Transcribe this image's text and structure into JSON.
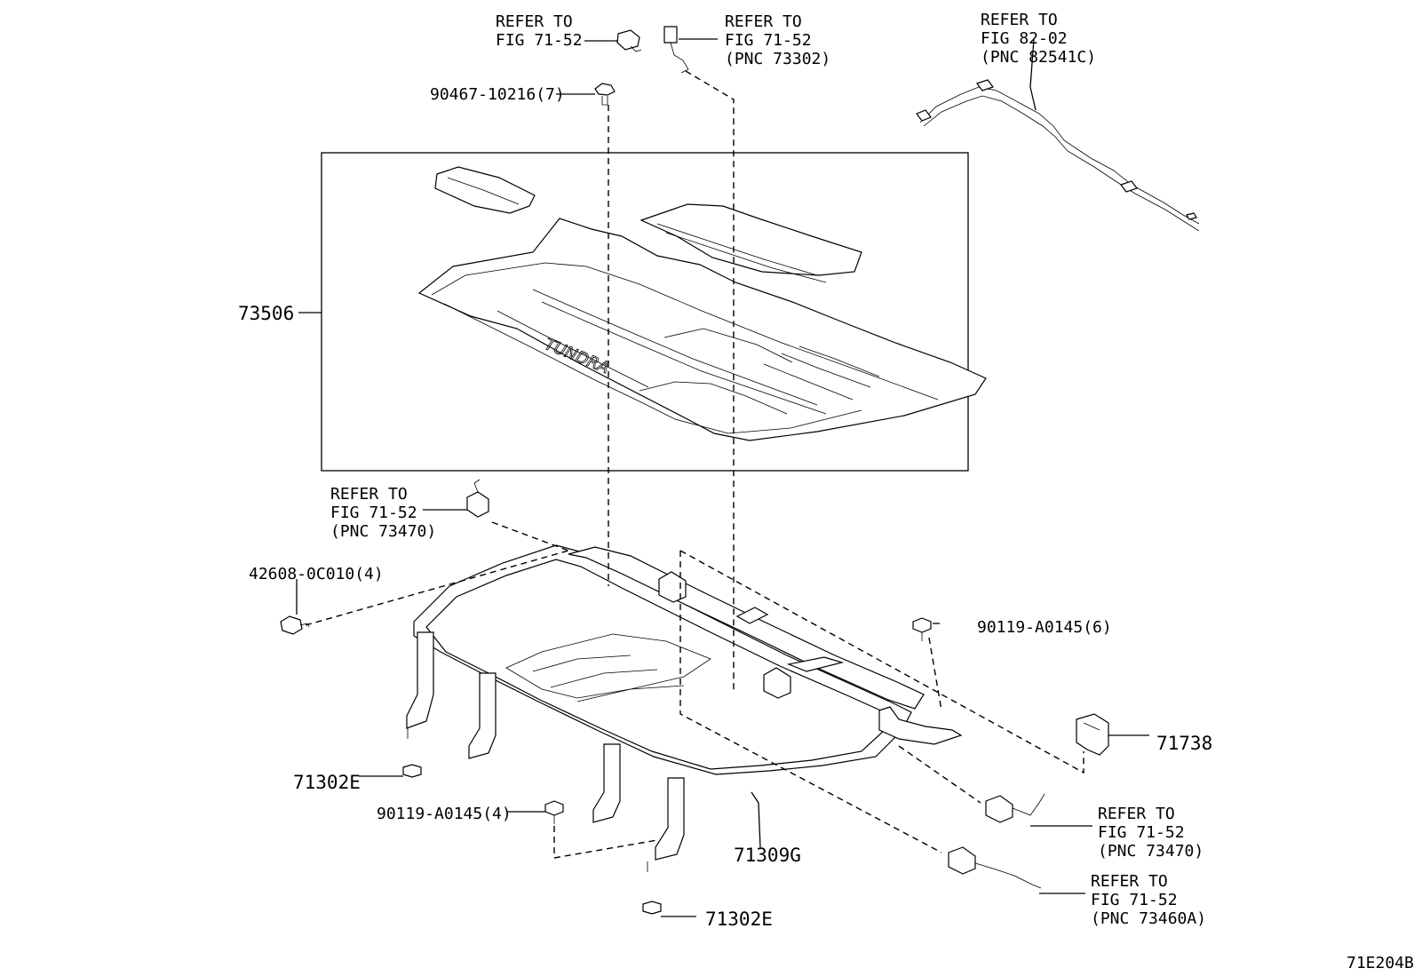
{
  "figure_code": "71E204B",
  "callouts": [
    {
      "id": "c1",
      "lines": [
        "REFER TO",
        "FIG 71-52"
      ]
    },
    {
      "id": "c2",
      "lines": [
        "REFER TO",
        "FIG 71-52",
        "(PNC 73302)"
      ]
    },
    {
      "id": "c3",
      "lines": [
        "REFER TO",
        "FIG 82-02",
        "(PNC 82541C)"
      ]
    },
    {
      "id": "c4",
      "lines": [
        "90467-10216(7)"
      ]
    },
    {
      "id": "c5",
      "lines": [
        "73506"
      ]
    },
    {
      "id": "c6",
      "lines": [
        "REFER TO",
        "FIG 71-52",
        "(PNC 73470)"
      ]
    },
    {
      "id": "c7",
      "lines": [
        "42608-0C010(4)"
      ]
    },
    {
      "id": "c8",
      "lines": [
        "90119-A0145(6)"
      ]
    },
    {
      "id": "c9",
      "lines": [
        "71738"
      ]
    },
    {
      "id": "c10",
      "lines": [
        "71302E"
      ]
    },
    {
      "id": "c11",
      "lines": [
        "90119-A0145(4)"
      ]
    },
    {
      "id": "c12",
      "lines": [
        "71309G"
      ]
    },
    {
      "id": "c13",
      "lines": [
        "REFER TO",
        "FIG 71-52",
        "(PNC 73470)"
      ]
    },
    {
      "id": "c14",
      "lines": [
        "REFER TO",
        "FIG 71-52",
        "(PNC 73460A)"
      ]
    },
    {
      "id": "c15",
      "lines": [
        "71302E"
      ]
    }
  ],
  "embossed_text": "TUNDRA"
}
